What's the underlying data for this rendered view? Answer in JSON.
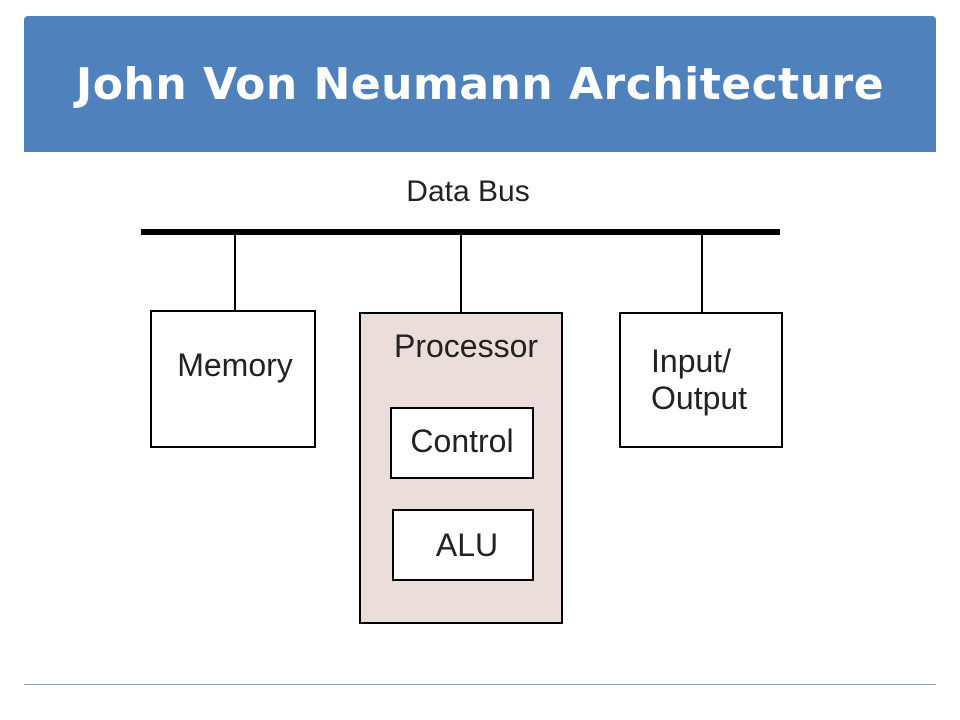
{
  "slide": {
    "title": "John Von Neumann Architecture"
  },
  "diagram": {
    "bus_label": "Data Bus",
    "memory_label": "Memory",
    "processor_label": "Processor",
    "control_label": "Control",
    "alu_label": "ALU",
    "io_label_line1": "Input/",
    "io_label_line2": "Output"
  },
  "colors": {
    "title_bar": "#4f81bd",
    "processor_fill": "#eaddda",
    "box_fill": "#ffffff",
    "stroke": "#000000"
  }
}
